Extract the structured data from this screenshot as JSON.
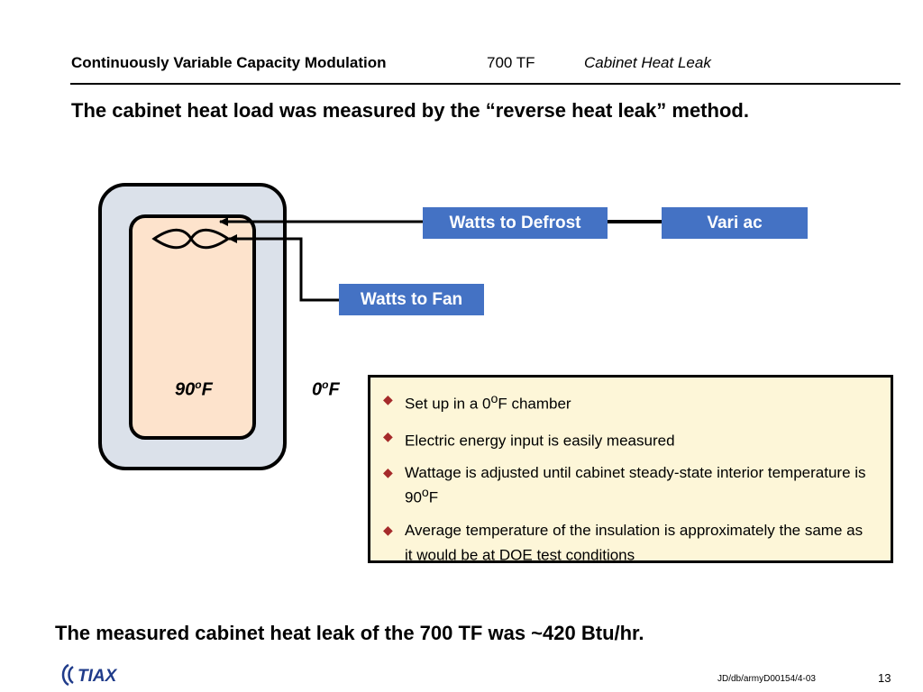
{
  "header": {
    "left": "Continuously Variable Capacity Modulation",
    "middle": "700 TF",
    "right": "Cabinet Heat Leak"
  },
  "headline": "The cabinet heat load was measured by the “reverse heat leak” method.",
  "diagram": {
    "watts_defrost": "Watts to Defrost",
    "variac": "Vari ac",
    "watts_fan": "Watts to Fan",
    "inside_temp": {
      "value": "90",
      "sup": "o",
      "unit": "F"
    },
    "outside_temp": {
      "value": "0",
      "sup": "o",
      "unit": "F"
    }
  },
  "notes": [
    {
      "pre": "Set up in a 0",
      "sup": "o",
      "post": "F chamber"
    },
    {
      "pre": "Electric energy input is easily measured",
      "sup": "",
      "post": ""
    },
    {
      "pre": "Wattage is adjusted until cabinet steady-state interior temperature is 90",
      "sup": "o",
      "post": "F"
    },
    {
      "pre": "Average temperature of the insulation is approximately the same as it would be at DOE test conditions",
      "sup": "",
      "post": ""
    }
  ],
  "conclusion": "The measured cabinet heat leak of the 700 TF was ~420 Btu/hr.",
  "footer": {
    "ref": "JD/db/armyD00154/4-03",
    "page": "13",
    "logo_text": "TIAX"
  },
  "colors": {
    "box_blue": "#4472c4",
    "cabinet_outer": "#dbe1ea",
    "cabinet_inner": "#fde3cc",
    "notes_bg": "#fdf6d8",
    "bullet": "#a52a2a",
    "logo_blue": "#1f3b8a"
  }
}
